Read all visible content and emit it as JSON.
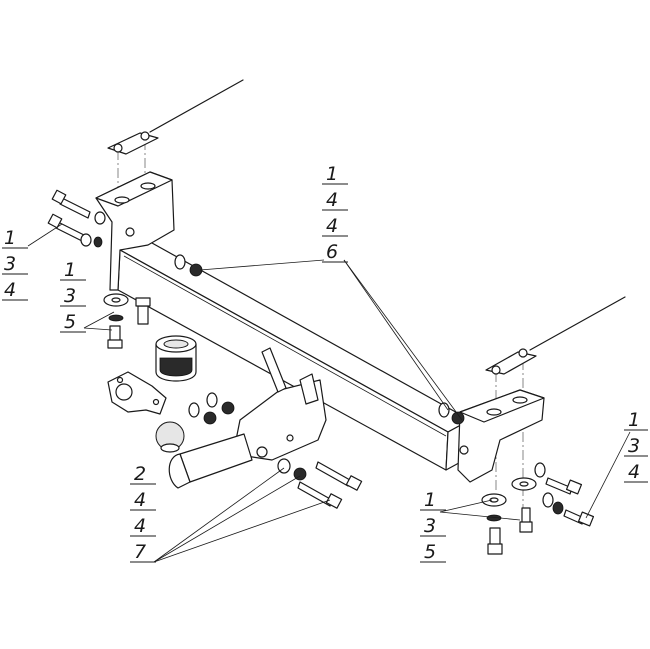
{
  "callouts": [
    {
      "id": "left-upper",
      "numbers": [
        "1",
        "3",
        "4"
      ]
    },
    {
      "id": "left-lower",
      "numbers": [
        "1",
        "3",
        "5"
      ]
    },
    {
      "id": "top-center",
      "numbers": [
        "1",
        "4",
        "4",
        "6"
      ]
    },
    {
      "id": "right-upper",
      "numbers": [
        "1",
        "3",
        "4"
      ]
    },
    {
      "id": "right-lower",
      "numbers": [
        "1",
        "3",
        "5"
      ]
    },
    {
      "id": "bottom-left",
      "numbers": [
        "2",
        "4",
        "4",
        "7"
      ]
    }
  ]
}
